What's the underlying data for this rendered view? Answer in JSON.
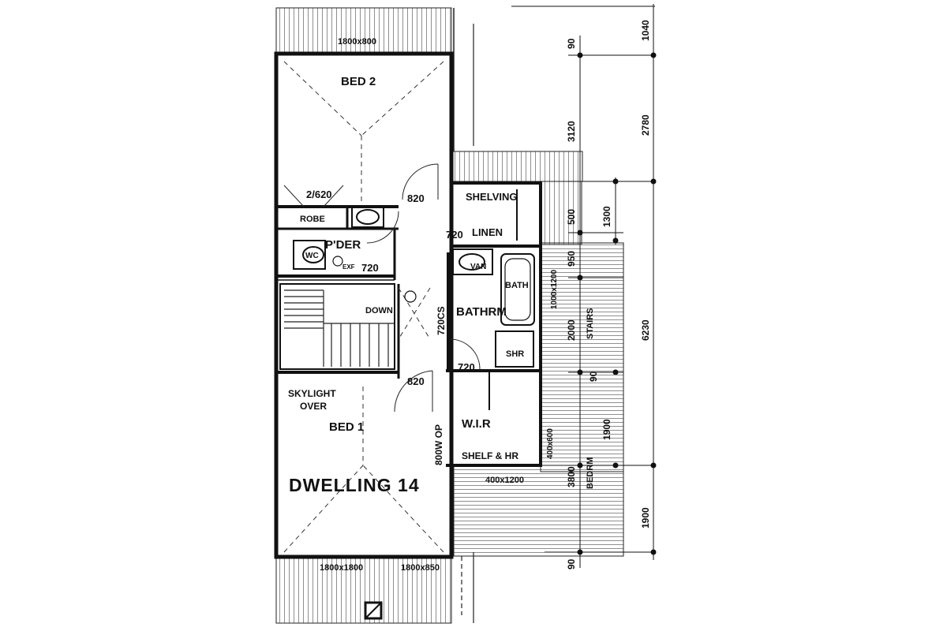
{
  "title": "DWELLING 14",
  "rooms": {
    "bed2": "BED 2",
    "bed1": "BED 1",
    "robe": "ROBE",
    "pder": "P'DER",
    "shelving": "SHELVING",
    "linen": "LINEN",
    "bathroom": "BATHRM",
    "bath": "BATH",
    "van": "VAN",
    "shr": "SHR",
    "wir": "W.I.R",
    "shelf_hr": "SHELF & HR",
    "wc": "WC",
    "exf": "EXF",
    "down": "DOWN",
    "skylight": "SKYLIGHT",
    "skylight_over": "OVER",
    "stairs": "STAIRS",
    "bedrm": "BEDRM"
  },
  "windows": {
    "top": "1800x800",
    "bottom_left": "1800x1800",
    "bottom_right": "1800x850",
    "bath_side": "1000x1200",
    "wir_side": "400x600",
    "wir_bottom": "400x1200"
  },
  "doors": {
    "robe_door": "2/620",
    "bed2_door": "820",
    "linen_door": "720",
    "pder_door": "720",
    "bath_cs": "720CS",
    "wir_door": "720",
    "bed1_door": "820",
    "bed1_op": "800W OP"
  },
  "dimensions": {
    "inner": [
      "90",
      "3120",
      "500",
      "950",
      "2000",
      "90",
      "3800",
      "90"
    ],
    "outer": [
      "1040",
      "2780",
      "1300",
      "6230",
      "1900",
      "1900"
    ]
  }
}
